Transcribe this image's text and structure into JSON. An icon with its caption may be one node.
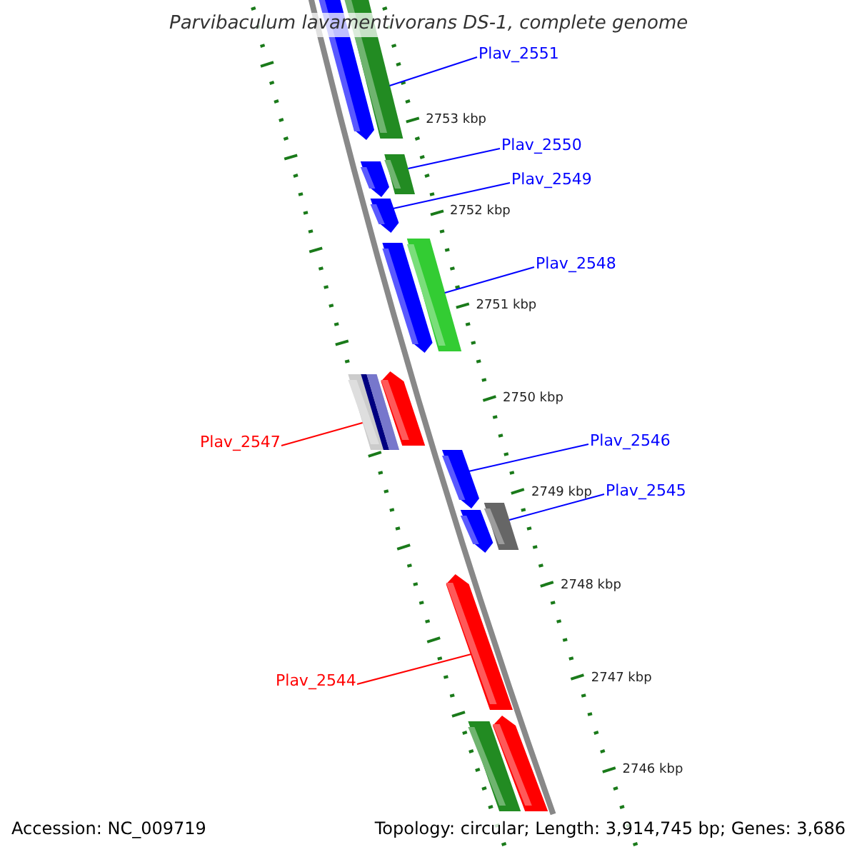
{
  "diagram": {
    "title": "Parvibaculum lavamentivorans DS-1, complete genome",
    "nodes": [
      {
        "text": [
          "Plav_2551"
        ]
      },
      {
        "text": [
          "Plav_2550"
        ]
      },
      {
        "text": [
          "Plav_2549"
        ]
      },
      {
        "text": [
          "Plav_2548"
        ]
      },
      {
        "text": [
          "Plav_2547"
        ]
      },
      {
        "text": [
          "Plav_2546"
        ]
      },
      {
        "text": [
          "Plav_2545"
        ]
      },
      {
        "text": [
          "Plav_2544"
        ]
      },
      {
        "text": [],
        "shape": "bar"
      },
      {
        "text": [],
        "shape": "bar"
      },
      {
        "text": [],
        "shape": "bar"
      },
      {
        "text": [],
        "shape": "bar"
      },
      {
        "text": [],
        "shape": "bar"
      },
      {
        "text": [],
        "shape": "bar"
      },
      {
        "text": [],
        "shape": "bar"
      },
      {
        "text": [],
        "shape": "bar"
      },
      {
        "text": [],
        "shape": "bar"
      },
      {
        "text": [],
        "shape": "bar"
      },
      {
        "text": [],
        "shape": "bar"
      },
      {
        "text": [],
        "shape": "bar"
      },
      {
        "text": [],
        "shape": "bar"
      },
      {
        "text": [],
        "shape": "bar"
      },
      {
        "text": [],
        "shape": "bar"
      }
    ],
    "edges": [
      {
        "from": 0,
        "to": 9,
        "arrow": "none"
      },
      {
        "from": 1,
        "to": 10,
        "arrow": "none"
      },
      {
        "from": 2,
        "to": 12,
        "arrow": "none"
      },
      {
        "from": 3,
        "to": 13,
        "arrow": "none"
      },
      {
        "from": 4,
        "to": 15,
        "arrow": "none",
        "color": "#ff0000"
      },
      {
        "from": 5,
        "to": 17,
        "arrow": "none"
      },
      {
        "from": 6,
        "to": 18,
        "arrow": "none"
      },
      {
        "from": 7,
        "to": 20,
        "arrow": "none",
        "color": "#ff0000"
      }
    ],
    "labels": [
      "2753 kbp",
      "2752 kbp",
      "2751 kbp",
      "2750 kbp",
      "2749 kbp",
      "2748 kbp",
      "2747 kbp",
      "2746 kbp",
      "Accession: NC_009719",
      "Topology: circular; Length: 3,914,745 bp; Genes: 3,686"
    ]
  }
}
